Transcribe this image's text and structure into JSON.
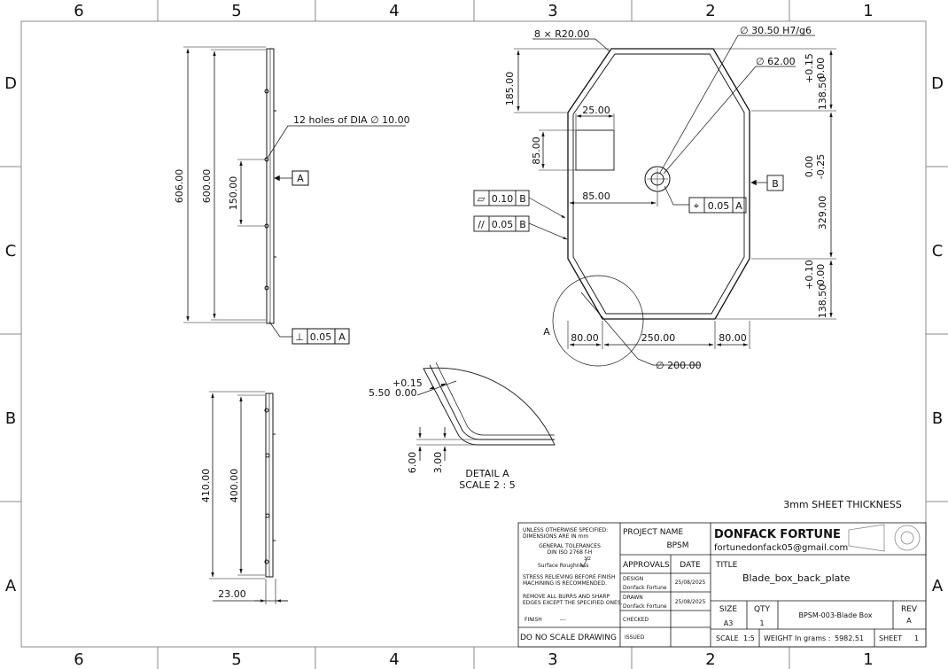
{
  "zones": {
    "columns": [
      "6",
      "5",
      "4",
      "3",
      "2",
      "1"
    ],
    "rows": [
      "D",
      "C",
      "B",
      "A"
    ]
  },
  "side_view_top": {
    "dim_overall": "606.00",
    "dim_inner": "600.00",
    "dim_holes": "150.00",
    "holes_note": "12 holes of DIA ∅ 10.00",
    "datum": "A",
    "perp_symbol": "⊥",
    "perp_tol": "0.05",
    "perp_ref": "A"
  },
  "side_view_bottom": {
    "dim_overall": "410.00",
    "dim_inner": "400.00",
    "dim_width": "23.00"
  },
  "front_view": {
    "corner_radius": "8 × R20.00",
    "bore": "∅ 30.50 H7/g6",
    "boss": "∅ 62.00",
    "dim_185": "185.00",
    "dim_25": "25.00",
    "dim_85v": "85.00",
    "dim_85h": "85.00",
    "flat_symbol": "⏥",
    "flat_tol": "0.10",
    "flat_ref": "B",
    "par_symbol": "//",
    "par_tol": "0.05",
    "par_ref": "B",
    "pos_symbol": "⌖",
    "pos_tol": "0.05",
    "pos_ref": "A",
    "datum_b": "B",
    "tol_top": [
      "+0.15",
      "0.00"
    ],
    "dim_top": "138.50",
    "tol_mid": [
      "0.00",
      "-0.25"
    ],
    "dim_mid": "329.00",
    "tol_bot": [
      "+0.10",
      "0.00"
    ],
    "dim_bot": "138.50",
    "detail_label": "A",
    "dim_80_left": "80.00",
    "dim_250": "250.00",
    "dim_80_right": "80.00",
    "detail_circle": "∅ 200.00"
  },
  "detail_a": {
    "tol": [
      "+0.15",
      "0.00"
    ],
    "dim_550": "5.50",
    "dim_600": "6.00",
    "dim_300": "3.00",
    "title": "DETAIL A",
    "scale": "SCALE 2 : 5"
  },
  "sheet_note": "3mm SHEET THICKNESS",
  "title_block": {
    "notes": [
      "UNLESS OTHERWISE SPECIFIED:",
      "DIMENSIONS ARE IN mm",
      "GENERAL TOLERANCES",
      "DIN ISO 2768 f-H"
    ],
    "surface_label": "Surface Roughness",
    "surface_value": "3.2",
    "stress_note": [
      "STRESS RELIEVING BEFORE FINISH",
      "MACHINING IS RECOMMENDED."
    ],
    "burr_note": [
      "REMOVE ALL BURRS AND SHARP",
      "EDGES EXCEPT THE SPECIFIED ONES."
    ],
    "finish_label": "FINISH",
    "finish_value": "---",
    "no_scale": "DO NO SCALE DRAWING",
    "project_label": "PROJECT NAME",
    "project_value": "BPSM",
    "approvals_label": "APPROVALS",
    "date_label": "DATE",
    "design_label": "DESIGN",
    "design_name": "Donfack Fortune",
    "design_date": "25/08/2025",
    "drawn_label": "DRAWN",
    "drawn_name": "Donfack Fortune",
    "drawn_date": "25/08/2025",
    "checked_label": "CHECKED",
    "issued_label": "ISSUED",
    "company": "DONFACK FORTUNE",
    "email": "fortunedonfack05@gmail.com",
    "title_label": "TITLE",
    "title_value": "Blade_box_back_plate",
    "size_label": "SIZE",
    "size_value": "A3",
    "qty_label": "QTY",
    "qty_value": "1",
    "part_number": "BPSM-003-Blade Box",
    "rev_label": "REV",
    "rev_value": "A",
    "scale_label": "SCALE",
    "scale_value": "1:5",
    "weight_label": "WEIGHT In grams :",
    "weight_value": "5982.51",
    "sheet_label": "SHEET",
    "sheet_value": "1"
  }
}
